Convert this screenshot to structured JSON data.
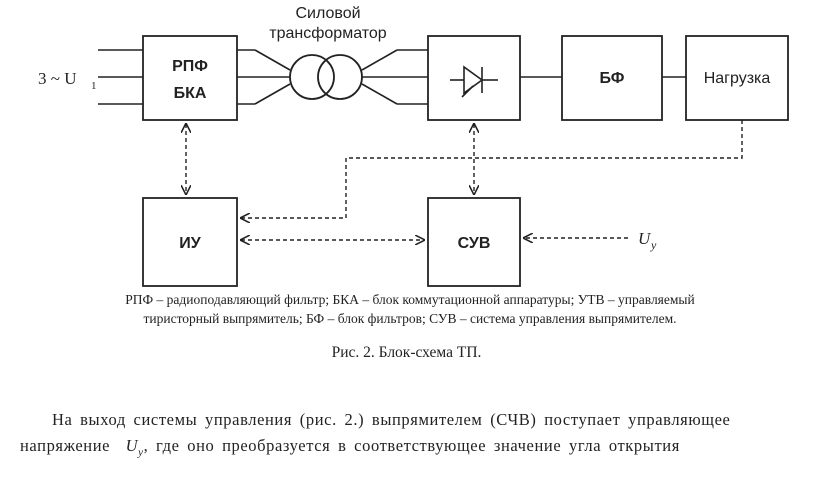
{
  "diagram": {
    "input_label": "3 ~ U",
    "input_sub": "1",
    "transformer_label_line1": "Силовой",
    "transformer_label_line2": "трансформатор",
    "blocks": {
      "rpf_line1": "РПФ",
      "rpf_line2": "БКА",
      "bf": "БФ",
      "load": "Нагрузка",
      "iu": "ИУ",
      "suv": "СУВ"
    },
    "control_label": "U",
    "control_sub": "у"
  },
  "legend": {
    "line1": "РПФ – радиоподавляющий фильтр; БКА – блок коммутационной аппаратуры; УТВ – управляемый",
    "line2": "тиристорный выпрямитель; БФ – блок фильтров; СУВ – система управления выпрямителем."
  },
  "caption": "Рис. 2. Блок-схема ТП.",
  "paragraph": {
    "part1": "На выход системы управления (рис. 2.) выпрямителем (СЧВ) поступает управляющее",
    "part2a": "напряжение",
    "symbol": "U",
    "symbol_sub": "у",
    "part2b": ", где оно преобразуется в соответствующее значение угла открытия"
  }
}
